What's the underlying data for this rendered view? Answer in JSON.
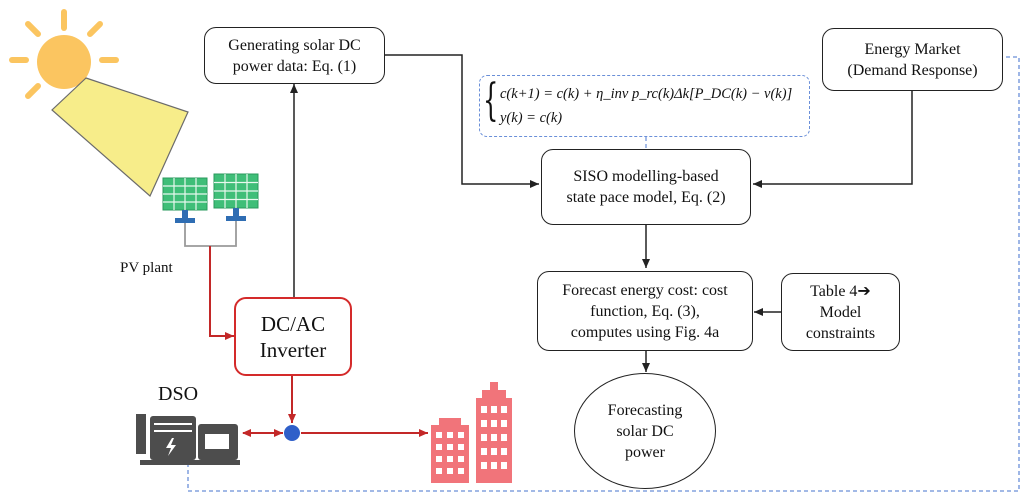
{
  "nodes": {
    "generating": "Generating solar DC\npower data: Eq. (1)",
    "energy_market": "Energy Market\n(Demand Response)",
    "siso": "SISO modelling-based\nstate pace model, Eq. (2)",
    "forecast_cost": "Forecast energy cost: cost\nfunction, Eq. (3),\ncomputes using  Fig. 4a",
    "table4": "Table 4➔\nModel\nconstraints",
    "forecasting": "Forecasting\nsolar DC\npower",
    "inverter": "DC/AC\nInverter"
  },
  "labels": {
    "pv_plant": "PV plant",
    "dso": "DSO"
  },
  "equations": {
    "line1": "c(k+1) = c(k) + η_inv p_rc(k)Δk[P_DC(k) − ν(k)]",
    "line2": "y(k) = c(k)"
  },
  "icons": [
    "sun-icon",
    "solar-panel-icon",
    "transformer-icon",
    "buildings-icon"
  ],
  "colors": {
    "sun": "#fbc560",
    "reflector": "#f7ed8a",
    "panel": "#3fbe78",
    "inverter_border": "#d42a2a",
    "power_line": "#c32828",
    "node_dot": "#2f5fc9",
    "dashed_feedback": "#6a8fd8",
    "buildings": "#f1747a",
    "transformer": "#4d4d4d"
  }
}
